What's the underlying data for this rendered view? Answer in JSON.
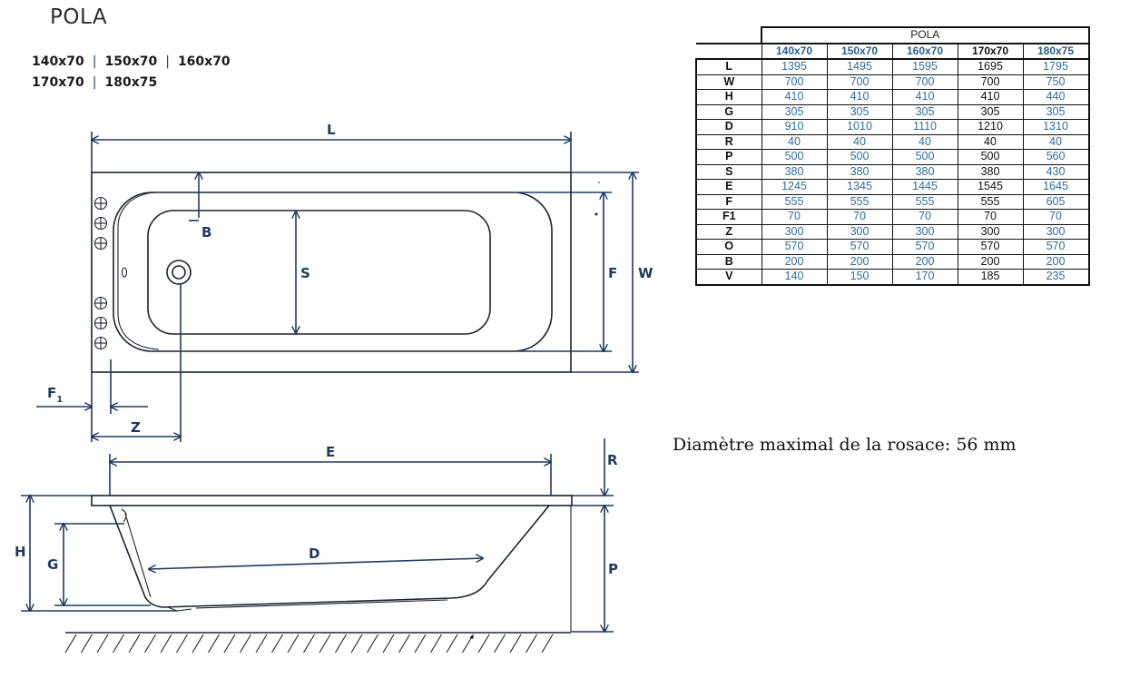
{
  "title": "POLA",
  "size_lines": [
    [
      "140x70",
      "150x70",
      "160x70"
    ],
    [
      "170x70",
      "180x75"
    ]
  ],
  "labels": {
    "L": "L",
    "W": "W",
    "B": "B",
    "S": "S",
    "F": "F",
    "F1": "F",
    "F1_sub": "1",
    "Z": "Z",
    "E": "E",
    "R": "R",
    "H": "H",
    "G": "G",
    "D": "D",
    "P": "P"
  },
  "note": "Diamètre maximal de la rosace: 56 mm",
  "colors": {
    "dimension": "#1f3a5f",
    "outline": "#1b2230",
    "table_values": "#2f6d9e",
    "highlight": "#111111"
  },
  "table": {
    "header": "POLA",
    "sizes": [
      "140x70",
      "150x70",
      "160x70",
      "170x70",
      "180x75"
    ],
    "highlight_column": 3,
    "rows": [
      {
        "label": "L",
        "values": [
          "1395",
          "1495",
          "1595",
          "1695",
          "1795"
        ]
      },
      {
        "label": "W",
        "values": [
          "700",
          "700",
          "700",
          "700",
          "750"
        ]
      },
      {
        "label": "H",
        "values": [
          "410",
          "410",
          "410",
          "410",
          "440"
        ]
      },
      {
        "label": "G",
        "values": [
          "305",
          "305",
          "305",
          "305",
          "305"
        ]
      },
      {
        "label": "D",
        "values": [
          "910",
          "1010",
          "1110",
          "1210",
          "1310"
        ]
      },
      {
        "label": "R",
        "values": [
          "40",
          "40",
          "40",
          "40",
          "40"
        ]
      },
      {
        "label": "P",
        "values": [
          "500",
          "500",
          "500",
          "500",
          "560"
        ]
      },
      {
        "label": "S",
        "values": [
          "380",
          "380",
          "380",
          "380",
          "430"
        ]
      },
      {
        "label": "E",
        "values": [
          "1245",
          "1345",
          "1445",
          "1545",
          "1645"
        ]
      },
      {
        "label": "F",
        "values": [
          "555",
          "555",
          "555",
          "555",
          "605"
        ]
      },
      {
        "label": "F1",
        "values": [
          "70",
          "70",
          "70",
          "70",
          "70"
        ]
      },
      {
        "label": "Z",
        "values": [
          "300",
          "300",
          "300",
          "300",
          "300"
        ]
      },
      {
        "label": "O",
        "values": [
          "570",
          "570",
          "570",
          "570",
          "570"
        ]
      },
      {
        "label": "B",
        "values": [
          "200",
          "200",
          "200",
          "200",
          "200"
        ]
      },
      {
        "label": "V",
        "values": [
          "140",
          "150",
          "170",
          "185",
          "235"
        ]
      }
    ]
  }
}
